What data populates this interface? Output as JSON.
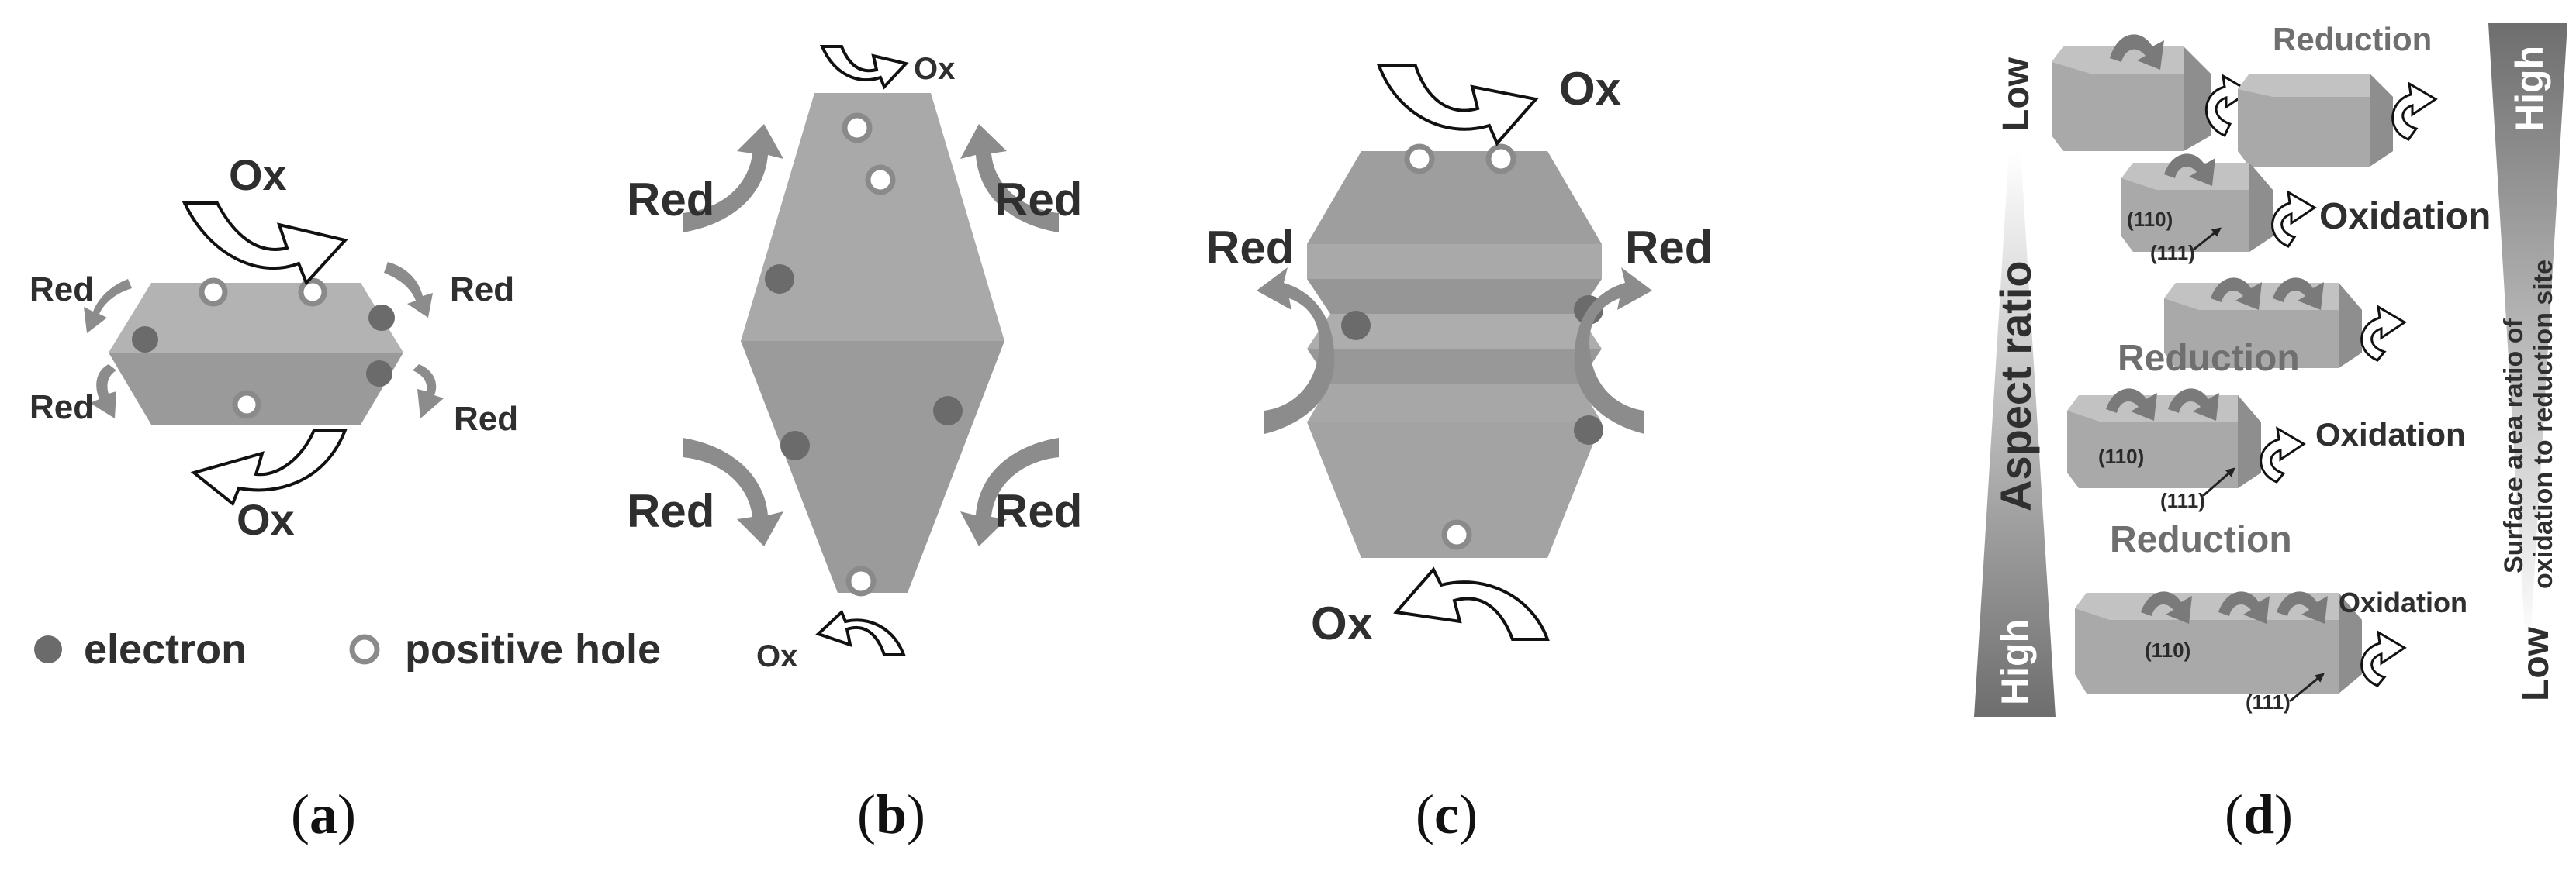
{
  "colors": {
    "crystal_face": "#a6a6a6",
    "crystal_dark": "#8f8f8f",
    "crystal_light": "#b8b8b8",
    "arrow_fill": "#8c8c8c",
    "electron": "#6b6b6b",
    "hole_stroke": "#8a8a8a"
  },
  "panel_a": {
    "caption_open": "(",
    "caption_letter": "a",
    "caption_close": ")",
    "ox_top": "Ox",
    "ox_bottom": "Ox",
    "red_tl": "Red",
    "red_tr": "Red",
    "red_bl": "Red",
    "red_br": "Red",
    "legend_electron": "electron",
    "legend_hole": "positive hole"
  },
  "panel_b": {
    "caption_open": "(",
    "caption_letter": "b",
    "caption_close": ")",
    "ox_top": "Ox",
    "ox_bottom": "Ox",
    "red_tl": "Red",
    "red_tr": "Red",
    "red_bl": "Red",
    "red_br": "Red"
  },
  "panel_c": {
    "caption_open": "(",
    "caption_letter": "c",
    "caption_close": ")",
    "ox_top": "Ox",
    "ox_bottom": "Ox",
    "red_left": "Red",
    "red_right": "Red"
  },
  "panel_d": {
    "caption_open": "(",
    "caption_letter": "d",
    "caption_close": ")",
    "left_low": "Low",
    "left_high": "High",
    "left_axis": "Aspect ratio",
    "right_high": "High",
    "right_low": "Low",
    "right_axis_line1": "Surface area ratio of",
    "right_axis_line2": "oxidation to reduction site",
    "reduction_1": "Reduction",
    "oxidation_1": "Oxidation",
    "face_110_1": "(110)",
    "face_111_1": "(111)",
    "reduction_2": "Reduction",
    "oxidation_2": "Oxidation",
    "face_110_2": "(110)",
    "face_111_2": "(111)",
    "reduction_3": "Reduction",
    "oxidation_3": "Oxidation",
    "face_110_3": "(110)",
    "face_111_3": "(111)"
  }
}
